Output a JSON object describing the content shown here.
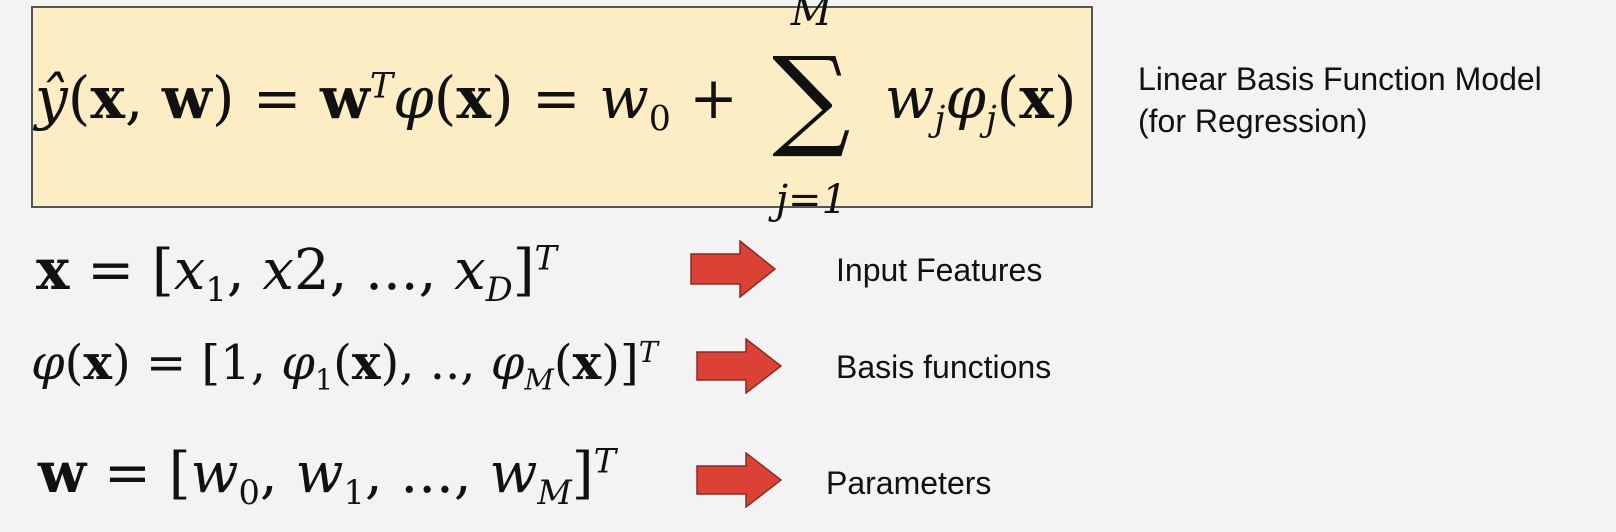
{
  "title_lines": [
    "Linear Basis Function Model",
    "(for Regression)"
  ],
  "equations": {
    "model": "ŷ(x, w) = wᵀφ(x) = w₀ + Σ_{j=1}^{M} w_j φ_j(x)",
    "input": "x = [x₁, x2, ..., x_D]ᵀ",
    "basis": "φ(x) = [1, φ₁(x), .., φ_M(x)]ᵀ",
    "params": "w = [w₀, w₁, ..., w_M]ᵀ"
  },
  "rows": [
    {
      "label": "Input Features"
    },
    {
      "label": "Basis functions"
    },
    {
      "label": "Parameters"
    }
  ],
  "colors": {
    "box_fill": "#fdedc4",
    "arrow": "#db4235",
    "background": "#f3f3f3"
  }
}
